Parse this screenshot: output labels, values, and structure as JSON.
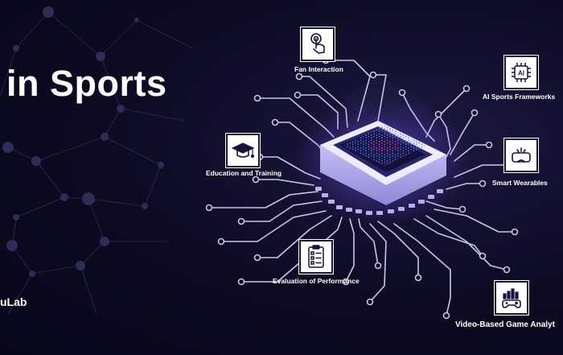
{
  "hero": {
    "title": "in Sports",
    "brand": "uLab"
  },
  "features": [
    {
      "label": "Fan Interaction",
      "icon": "touch-icon"
    },
    {
      "label": "AI Sports Frameworks",
      "icon": "ai-chip-icon"
    },
    {
      "label": "Education and Training",
      "icon": "graduation-cap-icon"
    },
    {
      "label": "Smart Wearables",
      "icon": "vr-headset-icon"
    },
    {
      "label": "Evaluation of Performance",
      "icon": "checklist-icon"
    },
    {
      "label": "Video-Based Game Analyt",
      "icon": "game-analytics-icon"
    }
  ],
  "colors": {
    "background": "#0c0b22",
    "trace": "#c9c6ea",
    "chip_glow": "#7a5cff",
    "chip_pixels": "#ff4fd8"
  }
}
